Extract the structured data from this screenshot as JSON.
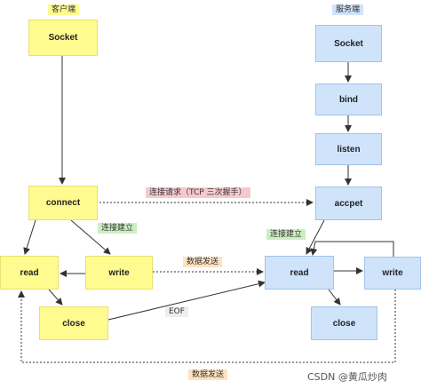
{
  "client": {
    "title": "客户端",
    "socket": "Socket",
    "connect": "connect",
    "read": "read",
    "write": "write",
    "close": "close"
  },
  "server": {
    "title": "服务端",
    "socket": "Socket",
    "bind": "bind",
    "listen": "listen",
    "accept": "accpet",
    "read": "read",
    "write": "write",
    "close": "close"
  },
  "labels": {
    "handshake": "连接请求（TCP 三次握手）",
    "client_established": "连接建立",
    "server_established": "连接建立",
    "data_send_top": "数据发送",
    "eof": "EOF",
    "data_send_bottom": "数据发送"
  },
  "watermark": "CSDN @黄瓜炒肉",
  "colors": {
    "client": "#fffb8f",
    "server": "#cfe4fb",
    "line": "#333333"
  }
}
